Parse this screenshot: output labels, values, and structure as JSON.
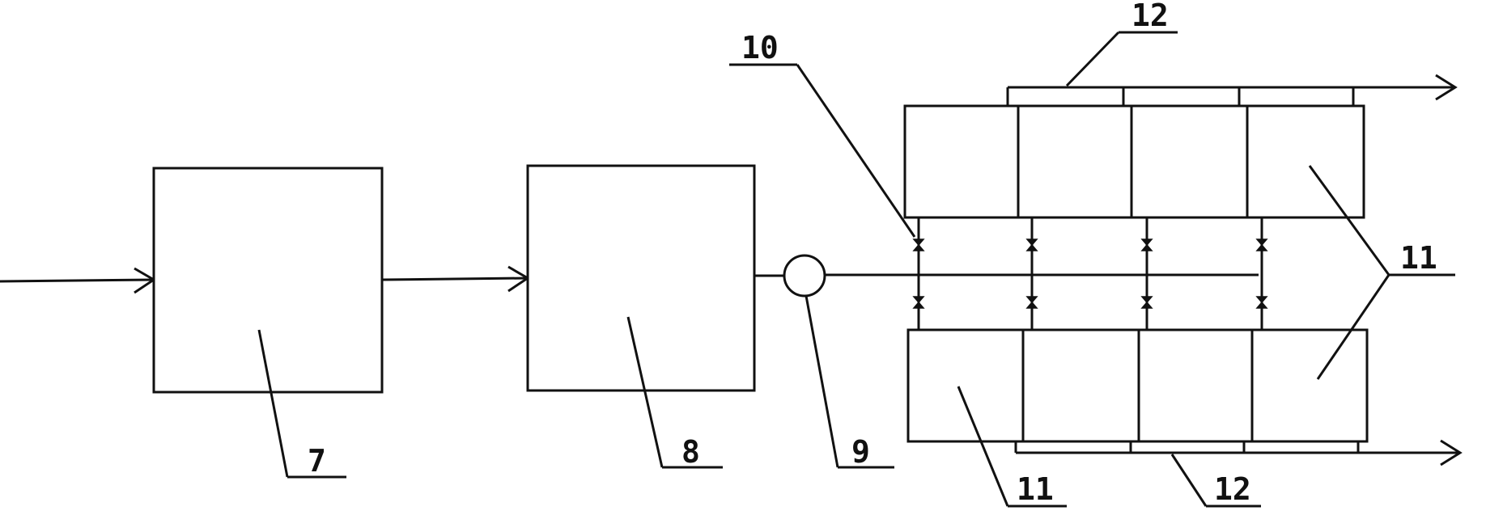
{
  "diagram": {
    "labels": {
      "unit_7": "7",
      "unit_8": "8",
      "pump_9": "9",
      "valve_10": "10",
      "modules_11_right": "11",
      "modules_11_bottom": "11",
      "header_12_top": "12",
      "header_12_bottom": "12"
    }
  }
}
